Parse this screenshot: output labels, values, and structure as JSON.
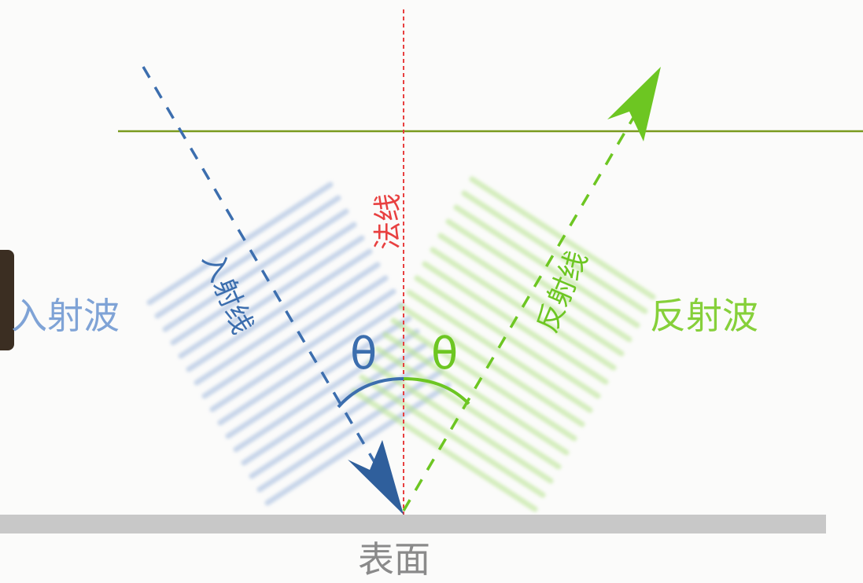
{
  "labels": {
    "incident_wave": "入射波",
    "reflected_wave": "反射波",
    "surface": "表面",
    "normal": "法线",
    "incident_ray": "入射线",
    "reflected_ray": "反射线",
    "theta_incident": "θ",
    "theta_reflected": "θ"
  },
  "colors": {
    "incident": "#3c6eae",
    "incident_wave": "#7fa3d6",
    "reflected": "#6dc622",
    "normal": "#e84040",
    "surface": "#c8c8c8",
    "horizon_line": "#7a9a1e"
  }
}
